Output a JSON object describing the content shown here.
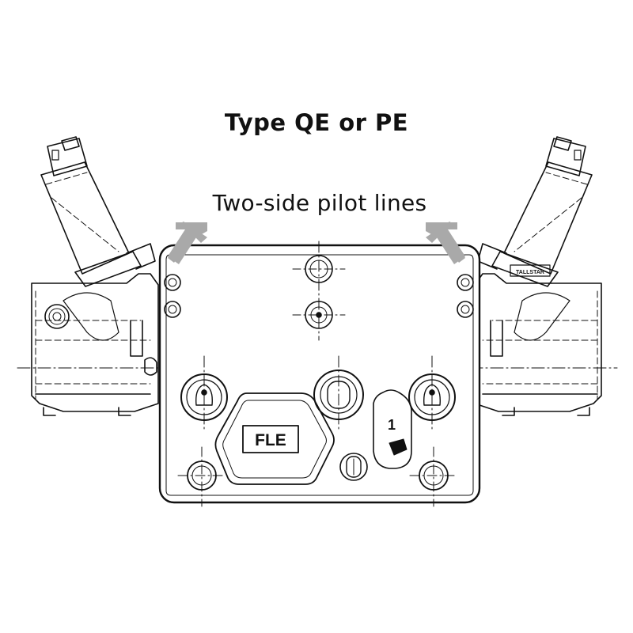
{
  "diagram": {
    "title": "Type QE or PE",
    "annotation": "Two-side pilot lines",
    "nameplate_label": "FLE",
    "port_number": "1",
    "solenoid_text": "TALLSTAR"
  },
  "colors": {
    "line": "#111111",
    "arrow": "#a9a9a9",
    "background": "#ffffff"
  }
}
